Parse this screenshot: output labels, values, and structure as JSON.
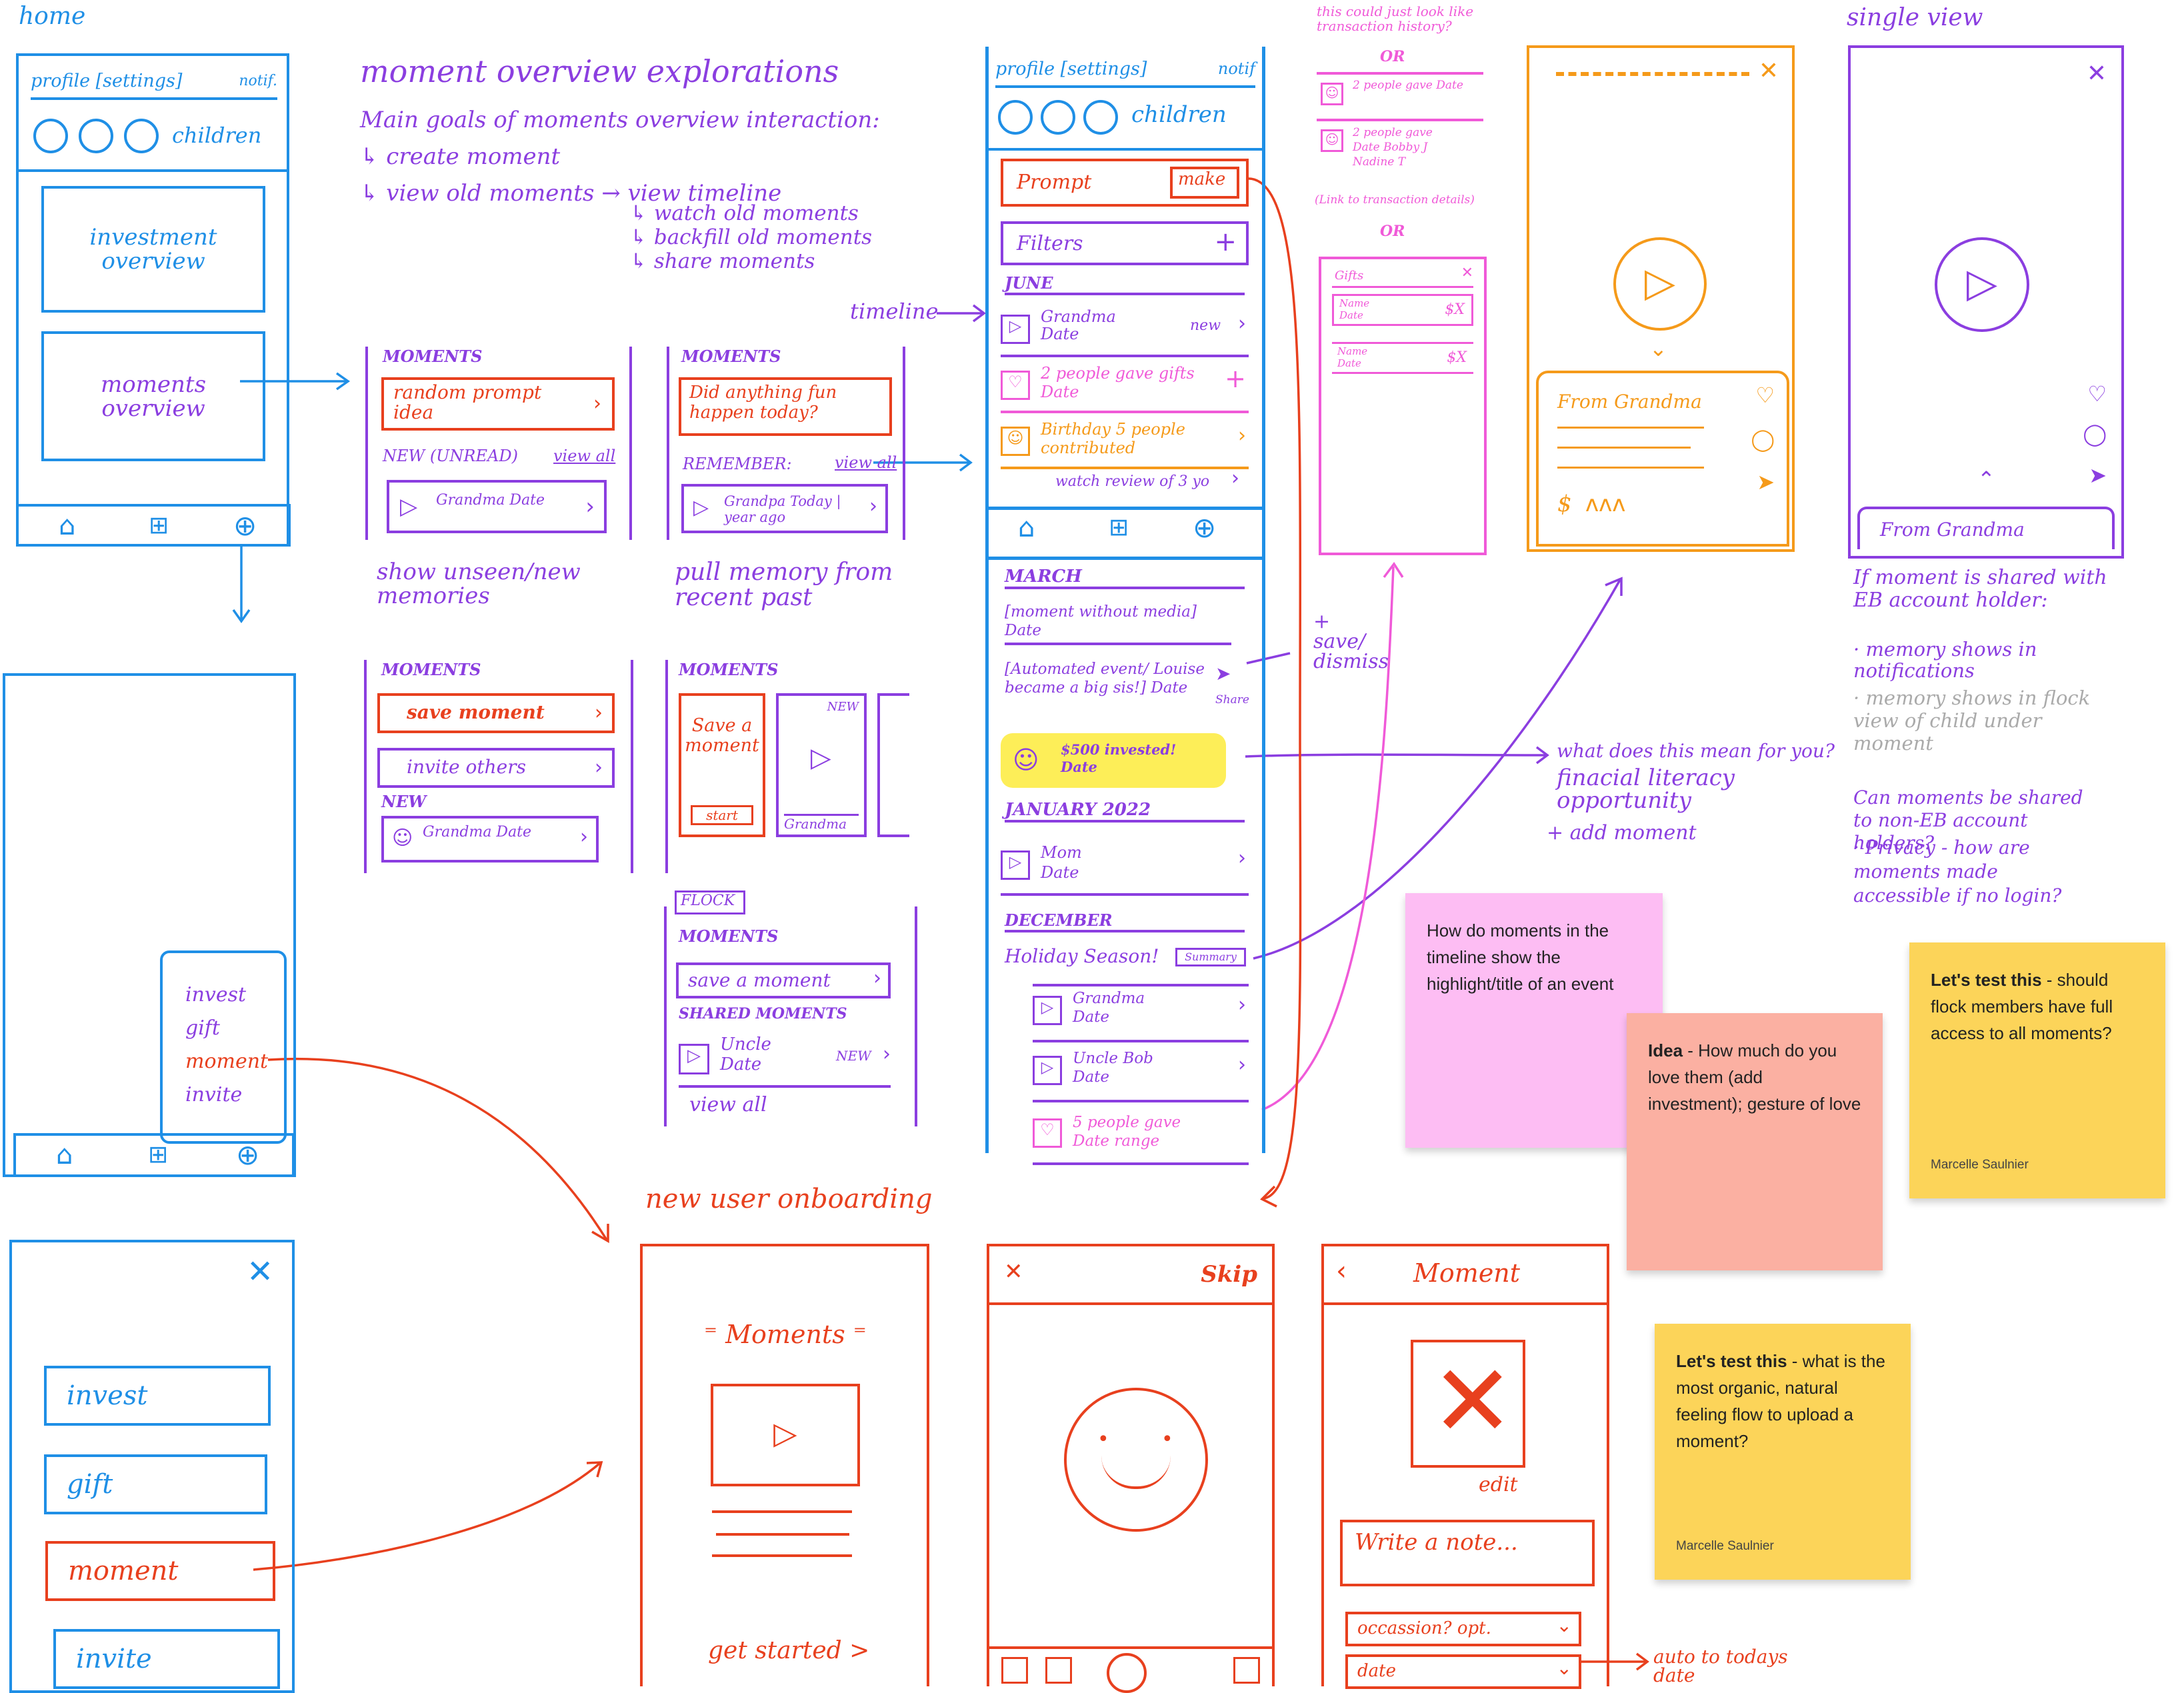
{
  "home_label": "home",
  "phone_blue": {
    "profile": "profile [settings]",
    "notif": "notif.",
    "children": "children",
    "investment": "investment overview",
    "moments": "moments overview"
  },
  "overview": {
    "title": "moment overview explorations",
    "goals": "Main goals of moments overview interaction:",
    "g1": "create moment",
    "g2": "view old moments",
    "g3": "view timeline",
    "g4": "watch old moments",
    "g5": "backfill old moments",
    "g6": "share moments"
  },
  "card1": {
    "moments": "MOMENTS",
    "prompt": "random prompt idea",
    "new": "NEW (UNREAD)",
    "view_all": "view all",
    "item": "Grandma Date",
    "caption": "show unseen/new memories"
  },
  "card2": {
    "moments": "MOMENTS",
    "prompt": "Did anything fun happen today?",
    "remember": "REMEMBER:",
    "view_all": "view all",
    "item": "Grandpa Today | year ago",
    "caption": "pull memory from recent past"
  },
  "card3": {
    "moments": "MOMENTS",
    "save": "save moment",
    "invite": "invite others",
    "new": "NEW",
    "item": "Grandma Date"
  },
  "card4": {
    "moments": "MOMENTS",
    "save": "Save a moment",
    "start": "start",
    "new": "NEW",
    "name": "Grandma"
  },
  "card5": {
    "flock": "FLOCK",
    "moments": "MOMENTS",
    "save": "save a moment",
    "shared": "SHARED MOMENTS",
    "item": "Uncle Date",
    "new": "NEW",
    "view_all": "view all"
  },
  "timeline_label": "timeline",
  "phone_purple": {
    "profile": "profile [settings]",
    "notif": "notif",
    "children": "children",
    "prompt": "Prompt",
    "make": "make",
    "filters": "Filters",
    "june": "JUNE",
    "t1": "Grandma Date",
    "t1new": "new",
    "t2": "2 people gave gifts Date",
    "t3": "Birthday 5 people contributed",
    "t4": "watch review of 3 yo",
    "march": "MARCH",
    "t5": "[moment without media] Date",
    "t6": "[Automated event/ Louise became a big sis!] Date",
    "share": "Share",
    "t7": "$500 invested! Date",
    "jan": "JANUARY 2022",
    "t8": "Mom Date",
    "dec": "DECEMBER",
    "t9": "Holiday Season!",
    "summary": "Summary",
    "t10": "Grandma Date",
    "t11": "Uncle Bob Date",
    "t12": "5 people gave Date range"
  },
  "save_dismiss": "+ save/ dismiss",
  "what_mean": "what does this mean for you?",
  "financial": "finacial literacy opportunity",
  "add_moment": "+ add moment",
  "pink_col": {
    "note": "this could just look like transaction history?",
    "or1": "OR",
    "p1": "2 people gave Date",
    "p2": "2 people gave Date Bobby J Nadine T",
    "link": "(Link to transaction details)",
    "or2": "OR",
    "gifts": "Gifts",
    "g1": "Name Date",
    "g2": "Name Date",
    "amount": "$X"
  },
  "orange_phone": {
    "from": "From Grandma",
    "dollar": "$"
  },
  "single": {
    "title": "single view",
    "from": "From Grandma",
    "n1": "If moment is shared with EB account holder:",
    "n2": "memory shows in notifications",
    "n3": "memory shows in flock view of child under moment",
    "n4": "Can moments be shared to non-EB account holders?",
    "n5": "Privacy - how are moments made accessible if no login?"
  },
  "phone_menu": {
    "invest": "invest",
    "gift": "gift",
    "moment": "moment",
    "invite": "invite"
  },
  "phone_list": {
    "invest": "invest",
    "gift": "gift",
    "moment": "moment",
    "invite": "invite"
  },
  "onboarding": {
    "title": "new user onboarding",
    "moments": "Moments",
    "get_started": "get started >"
  },
  "phone_skip": {
    "skip": "Skip"
  },
  "phone_moment": {
    "title": "Moment",
    "edit": "edit",
    "note": "Write a note...",
    "occasion": "occassion? opt.",
    "date": "date",
    "auto": "auto to todays date"
  },
  "stickies": [
    {
      "bold": "",
      "text": "How do moments in the timeline show the highlight/title of an event",
      "author": ""
    },
    {
      "bold": "Idea",
      "text": " - How much do you love them (add investment); gesture of love",
      "author": ""
    },
    {
      "bold": "Let's test this",
      "text": " - should flock members have full access to all moments?",
      "author": "Marcelle Saulnier"
    },
    {
      "bold": "Let's test this",
      "text": " - what is the most organic, natural feeling flow to upload a moment?",
      "author": "Marcelle Saulnier"
    }
  ],
  "colors": {
    "blue": "#1f8fe6",
    "purple": "#8b3ee0",
    "red": "#e8401e",
    "orange": "#f59a1a",
    "pink": "#f05ad8",
    "sticky_pink": "#fdbdf3",
    "sticky_salmon": "#fbb0a2",
    "sticky_yellow": "#fcd459",
    "highlight": "#fdee58"
  }
}
